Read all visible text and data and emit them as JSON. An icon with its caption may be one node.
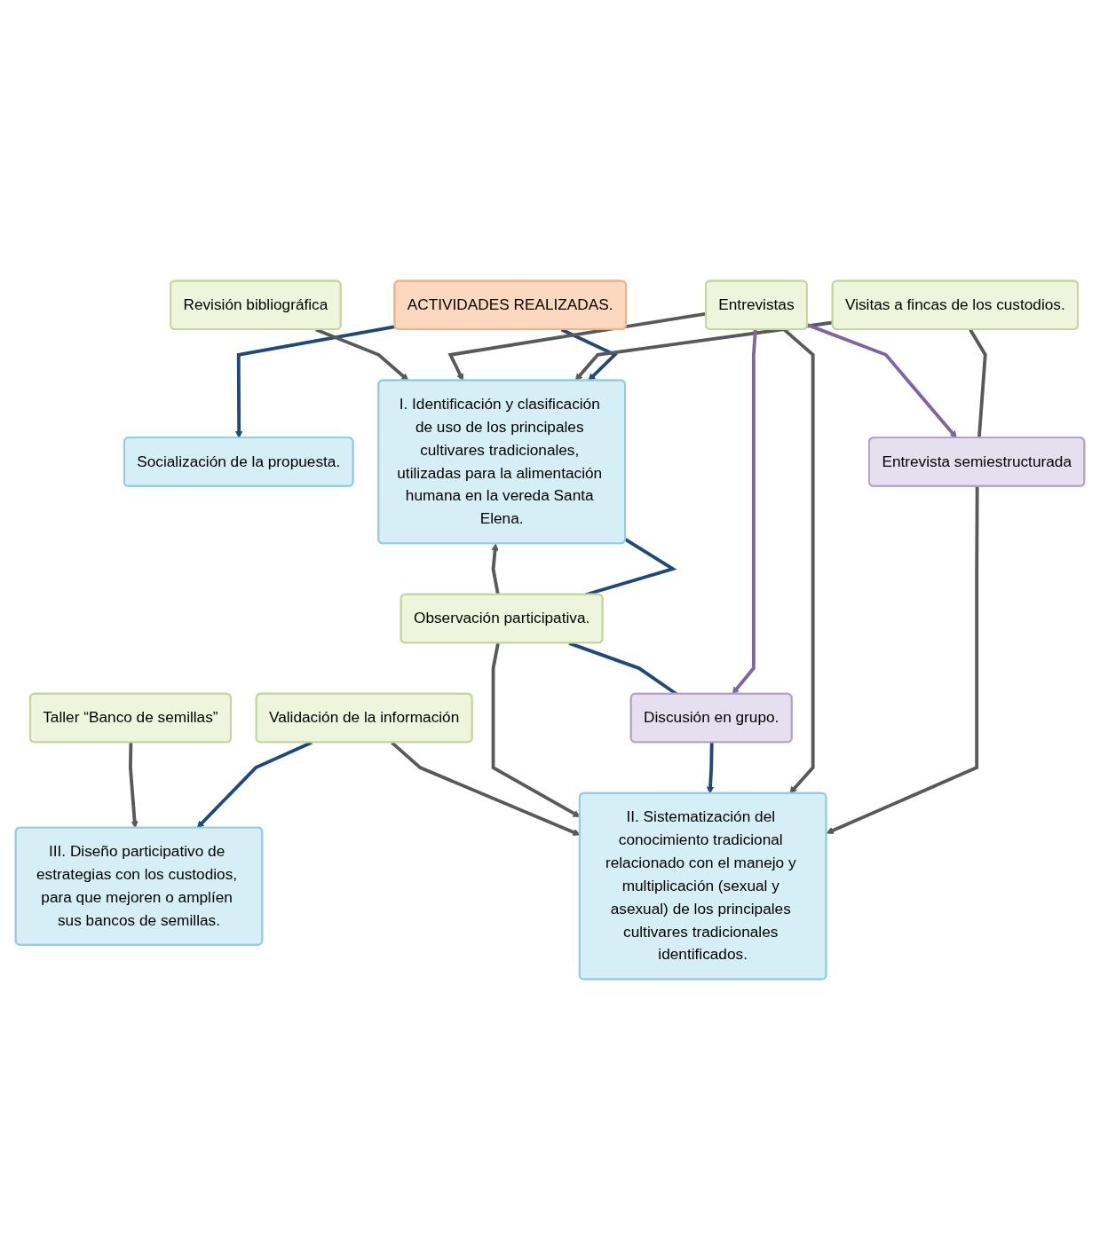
{
  "diagram": {
    "nodes": [
      {
        "text": [
          "ACTIVIDADES REALIZADAS."
        ]
      },
      {
        "text": [
          "Socialización de la propuesta."
        ]
      },
      {
        "text": [
          "I. Identificación y clasificación de uso de los principales cultivares tradicionales, utilizadas para la alimentación humana en la vereda Santa Elena."
        ]
      },
      {
        "text": [
          "Visitas a fincas de los custodios."
        ]
      },
      {
        "text": [
          "Entrevistas"
        ]
      },
      {
        "text": [
          "Observación participativa."
        ]
      },
      {
        "text": [
          "Revisión bibliográfica"
        ]
      },
      {
        "text": [
          "Entrevista semiestructurada"
        ]
      },
      {
        "text": [
          "Discusión en grupo."
        ]
      },
      {
        "text": [
          "II. Sistematización del conocimiento tradicional relacionado con el manejo y multiplicación (sexual y asexual) de los principales cultivares tradicionales identificados."
        ]
      },
      {
        "text": [
          "Validación de la información"
        ]
      },
      {
        "text": [
          "III. Diseño participativo de estrategias con los custodios, para que mejoren o amplíen sus bancos de semillas."
        ]
      },
      {
        "text": [
          "Taller “Banco de semillas”"
        ]
      }
    ],
    "edges": [
      {
        "from": 0,
        "to": 1,
        "arrow": "to",
        "color": "#1f497d"
      },
      {
        "from": 0,
        "to": 2,
        "arrow": "to",
        "color": "#1f497d"
      },
      {
        "from": 3,
        "to": 2,
        "arrow": "to"
      },
      {
        "from": 4,
        "to": 2,
        "arrow": "to"
      },
      {
        "from": 5,
        "to": 2,
        "arrow": "to"
      },
      {
        "from": 6,
        "to": 2,
        "arrow": "to"
      },
      {
        "from": 2,
        "to": 5,
        "arrow": "none",
        "color": "#1f497d"
      },
      {
        "from": 3,
        "to": 7,
        "arrow": "none"
      },
      {
        "from": 4,
        "to": 7,
        "arrow": "to",
        "color": "#8064a2"
      },
      {
        "from": 4,
        "to": 8,
        "arrow": "to",
        "color": "#8064a2"
      },
      {
        "from": 5,
        "to": 8,
        "arrow": "none",
        "color": "#1f497d"
      },
      {
        "from": 7,
        "to": 9,
        "arrow": "to"
      },
      {
        "from": 4,
        "to": 9,
        "arrow": "to"
      },
      {
        "from": 8,
        "to": 9,
        "arrow": "to",
        "color": "#1f497d"
      },
      {
        "from": 5,
        "to": 9,
        "arrow": "to"
      },
      {
        "from": 10,
        "to": 9,
        "arrow": "to"
      },
      {
        "from": 10,
        "to": 11,
        "arrow": "to",
        "color": "#1f497d"
      },
      {
        "from": 12,
        "to": 11,
        "arrow": "to"
      }
    ]
  }
}
